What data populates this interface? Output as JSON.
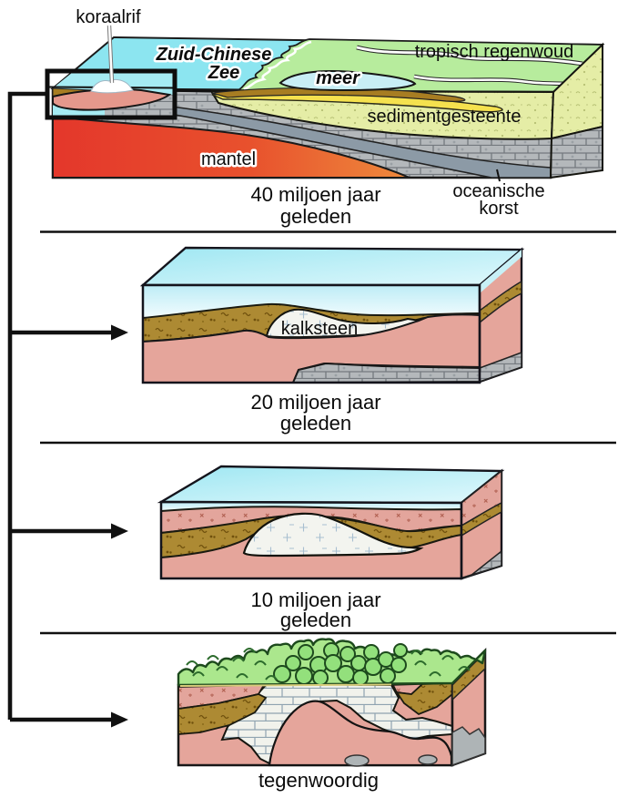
{
  "colors": {
    "sea_cyan": "#8ce5f0",
    "land_green": "#b7ec9d",
    "sediment_pale": "#e5eda6",
    "yellow_layer": "#f5e14e",
    "olive_layer": "#ad8a33",
    "salmon_layer": "#e5a59b",
    "mantle_red": "#e4372b",
    "mantle_orange": "#ee8a3c",
    "crust_gray": "#b4b8bb",
    "limestone_white": "#f2f3ee",
    "vegetation_green": "#abe78d",
    "connector_black": "#111111"
  },
  "panel1": {
    "labels": {
      "reef": "koraalrif",
      "sea_line1": "Zuid-Chinese",
      "sea_line2": "Zee",
      "forest": "tropisch regenwoud",
      "lake": "meer",
      "sediment": "sedimentgesteente",
      "mantle": "mantel",
      "oceanic_line1": "oceanische",
      "oceanic_line2": "korst"
    },
    "caption_line1": "40 miljoen jaar",
    "caption_line2": "geleden"
  },
  "panel2": {
    "labels": {
      "limestone": "kalksteen"
    },
    "caption_line1": "20 miljoen jaar",
    "caption_line2": "geleden"
  },
  "panel3": {
    "caption_line1": "10 miljoen jaar",
    "caption_line2": "geleden"
  },
  "panel4": {
    "caption": "tegenwoordig"
  }
}
